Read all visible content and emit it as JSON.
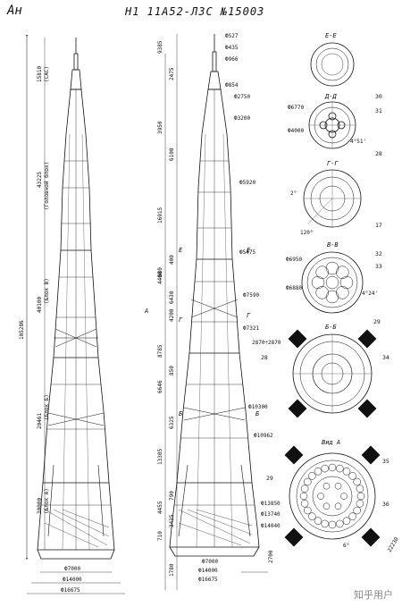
{
  "title": "Н1   11А52-Л3С №15003",
  "logo": "Ан",
  "watermark": "知乎用户",
  "left_view": {
    "overall_height": "105286",
    "block_heights": [
      "15810\n(САС)",
      "43225\n(Головной блок)",
      "40100\n(Блок В)",
      "20461\n(Блок Б)",
      "30000\n(Блок А)"
    ],
    "bottom_dims": [
      "Ф7000",
      "Ф14000",
      "Ф16675"
    ],
    "block_labels": [
      "(САС)",
      "(Головной блок)",
      "(Блок В)",
      "(Блок Б)",
      "(Блок А)"
    ],
    "heights": [
      "15810",
      "43225",
      "40100",
      "20461",
      "30000"
    ]
  },
  "center_view": {
    "diameters": [
      "Ф527",
      "Ф435",
      "Ф966",
      "Ф854",
      "Ф2750",
      "Ф3200",
      "Ф5920",
      "Ф5475",
      "Ф7590",
      "Ф7321",
      "Ф10300",
      "Ф10962",
      "Ф13850",
      "Ф13740",
      "Ф14040",
      "Ф14000",
      "Ф16675",
      "Ф7000"
    ],
    "dims_left": [
      "9385",
      "2475",
      "3950",
      "6100",
      "16915",
      "400",
      "680",
      "6430",
      "4400",
      "4200",
      "8785",
      "850",
      "6646",
      "6325",
      "13305",
      "790",
      "4455",
      "3435",
      "710",
      "1780"
    ],
    "span": "2870÷2870",
    "callouts": [
      "28",
      "29"
    ],
    "section_marks": [
      "Е",
      "Е",
      "Г",
      "Г",
      "Б",
      "Б",
      "А"
    ],
    "bottom_right": "2700"
  },
  "sections": [
    {
      "name": "Е-Е"
    },
    {
      "name": "Д-Д",
      "dims": [
        "Ф6770",
        "Ф4000",
        "4°51'"
      ],
      "callouts": [
        "30",
        "31"
      ]
    },
    {
      "name": "Г-Г",
      "dims": [
        "2°",
        "120°"
      ],
      "callouts": [
        "28",
        "17"
      ]
    },
    {
      "name": "В-В",
      "dims": [
        "Ф6950",
        "Ф6880",
        "4°24'"
      ],
      "callouts": [
        "32",
        "33"
      ]
    },
    {
      "name": "Б-Б",
      "callouts": [
        "29",
        "34"
      ]
    },
    {
      "name": "Вид А",
      "dims": [
        "6°",
        "22230"
      ],
      "callouts": [
        "35",
        "36"
      ]
    }
  ]
}
